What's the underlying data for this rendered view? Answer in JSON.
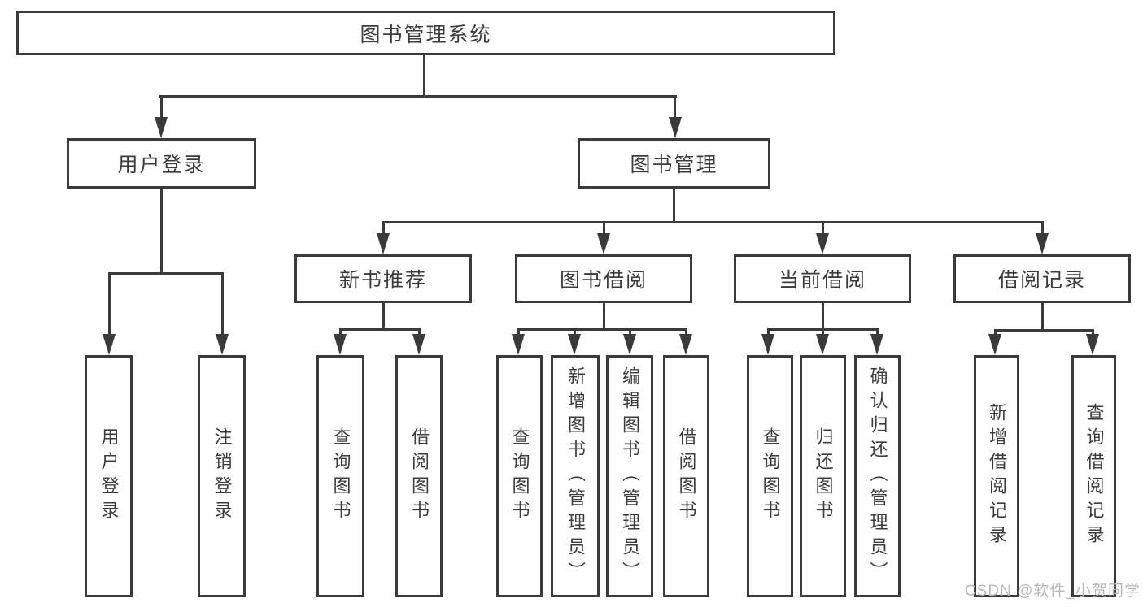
{
  "diagram": {
    "root": "图书管理系统",
    "level2": [
      "用户登录",
      "图书管理"
    ],
    "level3": [
      "新书推荐",
      "图书借阅",
      "当前借阅",
      "借阅记录"
    ],
    "leaves": {
      "user_login": [
        "用户登录",
        "注销登录"
      ],
      "new_book": [
        "查询图书",
        "借阅图书"
      ],
      "book_borrow": [
        "查询图书",
        "新增图书（管理员）",
        "编辑图书（管理员）",
        "借阅图书"
      ],
      "current_borrow": [
        "查询图书",
        "归还图书",
        "确认归还（管理员）"
      ],
      "borrow_record": [
        "新增借阅记录",
        "查询借阅记录"
      ]
    }
  },
  "watermark": "CSDN @软件_小贺同学",
  "colors": {
    "line": "#3a3a3a",
    "text": "#3c3c3c",
    "box_bg": "#ffffff",
    "watermark": "#b9b9b9",
    "background": "#ffffff"
  }
}
